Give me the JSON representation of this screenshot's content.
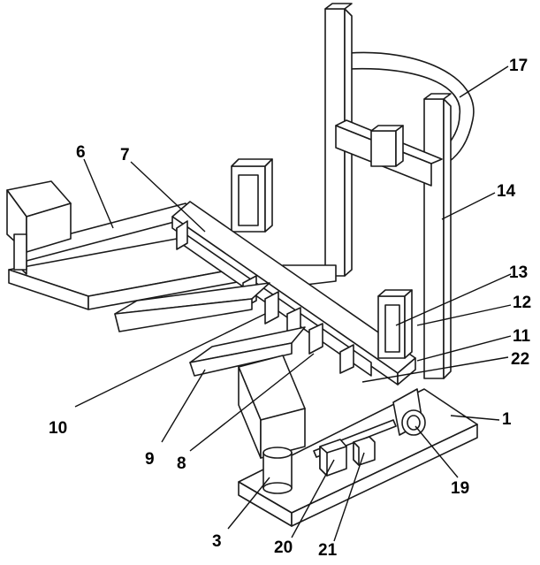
{
  "callouts": [
    {
      "id": "c1",
      "text": "1"
    },
    {
      "id": "c3",
      "text": "3"
    },
    {
      "id": "c6",
      "text": "6"
    },
    {
      "id": "c7",
      "text": "7"
    },
    {
      "id": "c8",
      "text": "8"
    },
    {
      "id": "c9",
      "text": "9"
    },
    {
      "id": "c10",
      "text": "10"
    },
    {
      "id": "c11",
      "text": "11"
    },
    {
      "id": "c12",
      "text": "12"
    },
    {
      "id": "c13",
      "text": "13"
    },
    {
      "id": "c14",
      "text": "14"
    },
    {
      "id": "c17",
      "text": "17"
    },
    {
      "id": "c19",
      "text": "19"
    },
    {
      "id": "c20",
      "text": "20"
    },
    {
      "id": "c21",
      "text": "21"
    },
    {
      "id": "c22",
      "text": "22"
    }
  ]
}
